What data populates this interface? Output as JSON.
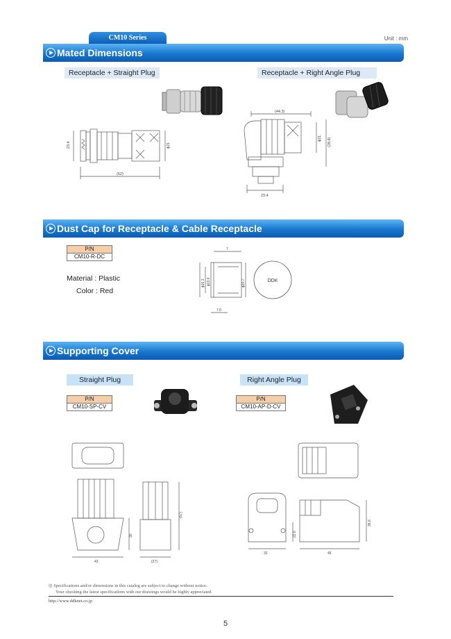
{
  "header": {
    "series_tab": "CM10 Series",
    "unit": "Unit : mm"
  },
  "mated": {
    "title": "Mated Dimensions",
    "label_straight": "Receptacle + Straight Plug",
    "label_right": "Receptacle + Right Angle Plug",
    "dim_straight": {
      "d1": "23.4",
      "d2": "ϕ21",
      "d3": "(62)"
    },
    "dim_right": {
      "d1": "(44.3)",
      "d2": "ϕ21",
      "d3": "(28.9)",
      "d4": "23.4"
    }
  },
  "dustcap": {
    "title": "Dust Cap for Receptacle & Cable Receptacle",
    "pn_header": "P/N",
    "pn_value": "CM10-R-DC",
    "material": "Material : Plastic",
    "color": "Color : Red",
    "cap_text": "DDK",
    "dims": {
      "d1": "ϕ16.3",
      "d2": "ϕ13.6",
      "d3": "ϕ20.7",
      "d4": "7",
      "d5": "7.0"
    }
  },
  "cover": {
    "title": "Supporting Cover",
    "label_straight": "Straight Plug",
    "label_right": "Right Angle Plug",
    "pn_header": "P/N",
    "pn_straight": "CM10-SP-CV",
    "pn_right": "CM10-AP-D-CV",
    "dims": {
      "s1": "30",
      "s2": "43",
      "s3": "(57)",
      "s4": "(27)",
      "r1": "22.6",
      "r2": "36.6",
      "r3": "32",
      "r4": "45"
    }
  },
  "footer": {
    "note1": "Specifications and/or dimensions in this catalog are subject to change without notice.",
    "note2": "Your checking the latest specifications with our drawings would be highly appreciated.",
    "url": "http://www.ddknet.co.jp",
    "page": "5"
  }
}
